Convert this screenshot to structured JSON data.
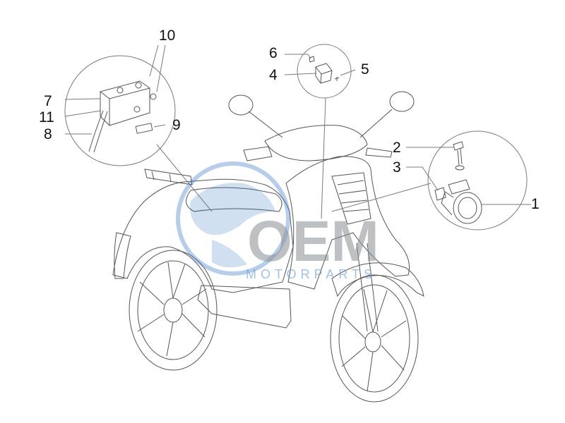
{
  "diagram": {
    "callouts": {
      "c1": "1",
      "c2": "2",
      "c3": "3",
      "c4": "4",
      "c5": "5",
      "c6": "6",
      "c7": "7",
      "c8": "8",
      "c9": "9",
      "c10": "10",
      "c11": "11"
    },
    "watermark": {
      "brand": "OEM",
      "subtitle": "MOTORPARTS"
    },
    "colors": {
      "line": "#7a7a7a",
      "part": "#555555",
      "watermark_blue": "#2f74c0",
      "watermark_gray": "#8a8f95"
    }
  }
}
